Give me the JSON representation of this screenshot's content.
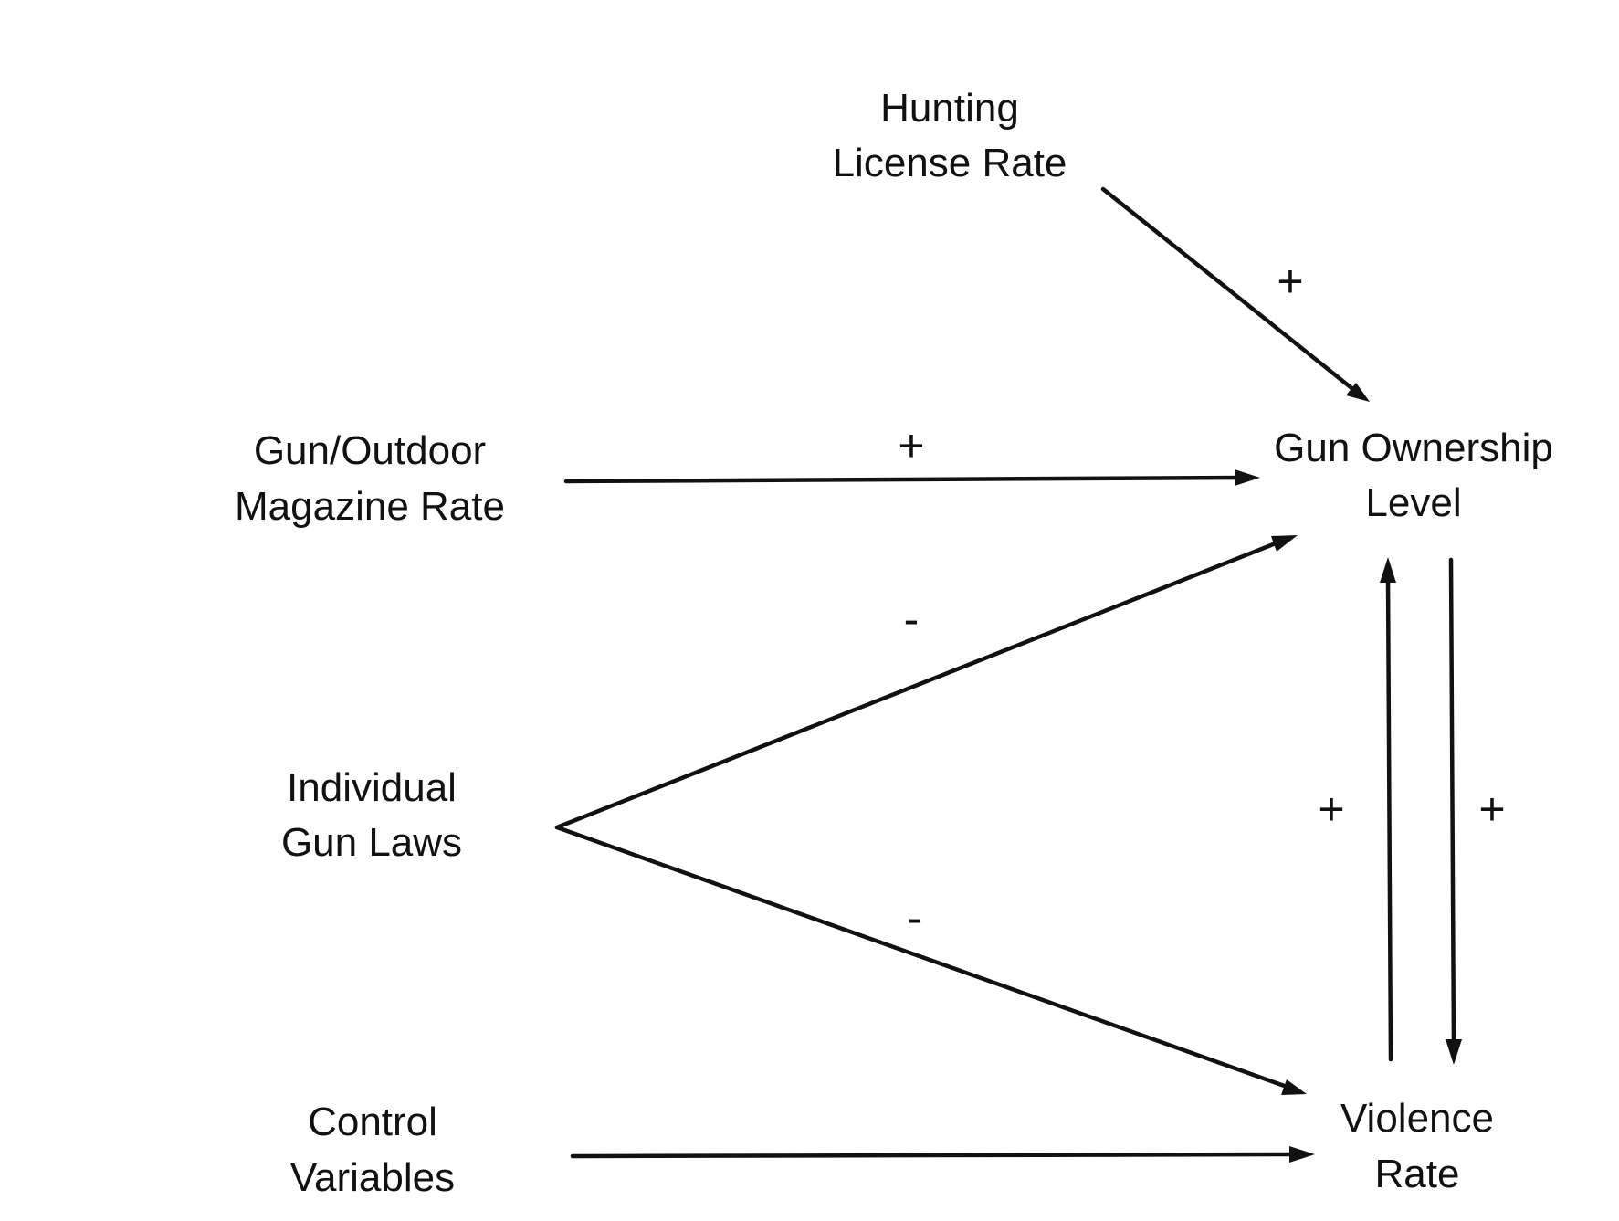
{
  "nodes": {
    "hunting_license_rate": {
      "line1": "Hunting",
      "line2": "License Rate"
    },
    "gun_outdoor_magazine_rate": {
      "line1": "Gun/Outdoor",
      "line2": "Magazine Rate"
    },
    "gun_ownership_level": {
      "line1": "Gun Ownership",
      "line2": "Level"
    },
    "individual_gun_laws": {
      "line1": "Individual",
      "line2": "Gun Laws"
    },
    "control_variables": {
      "line1": "Control",
      "line2": "Variables"
    },
    "violence_rate": {
      "line1": "Violence",
      "line2": "Rate"
    }
  },
  "edges": {
    "hunting_to_ownership": {
      "sign": "+"
    },
    "magazine_to_ownership": {
      "sign": "+"
    },
    "laws_to_ownership": {
      "sign": "-"
    },
    "laws_to_violence": {
      "sign": "-"
    },
    "violence_to_ownership": {
      "sign": "+"
    },
    "ownership_to_violence": {
      "sign": "+"
    },
    "control_to_violence": {
      "sign": ""
    }
  }
}
